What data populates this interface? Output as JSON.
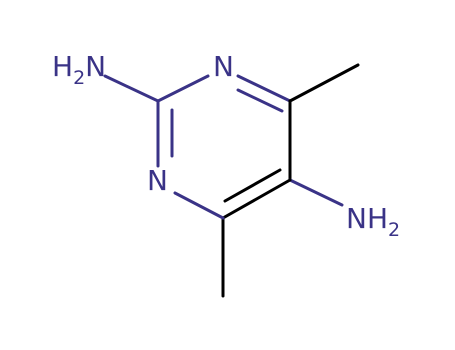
{
  "molecule": {
    "colors": {
      "carbon_bond": "#000000",
      "nitrogen": "#3a3387"
    },
    "atoms": {
      "amine_left": {
        "element": "N",
        "hydrogens": "H",
        "count": "2"
      },
      "ring_n_top": {
        "element": "N"
      },
      "ring_n_left": {
        "element": "N"
      },
      "amine_right": {
        "element": "N",
        "hydrogens": "H",
        "count": "2"
      }
    }
  }
}
